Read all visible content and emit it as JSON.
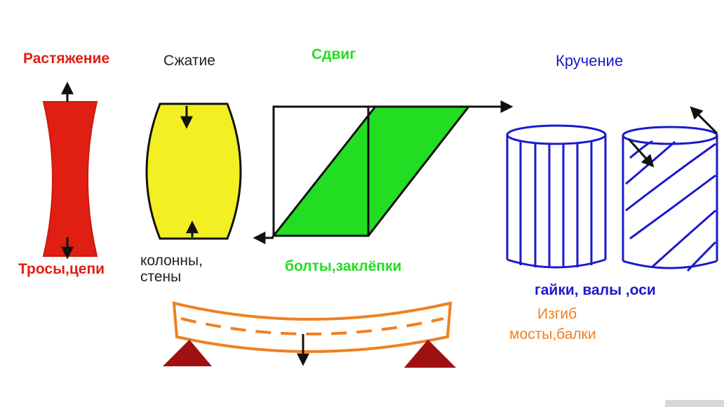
{
  "colors": {
    "tension": "#e01e12",
    "compression_label": "#222222",
    "compression_fill": "#f2ef22",
    "shear": "#22dd22",
    "torsion": "#1a1acc",
    "bending": "#f08020",
    "support": "#a01010",
    "ink": "#111111"
  },
  "tension": {
    "title": "Растяжение",
    "examples": "Тросы,цепи"
  },
  "compression": {
    "title": "Сжатие",
    "examples": "колонны,\nстены"
  },
  "shear": {
    "title": "Сдвиг",
    "examples": "болты,заклёпки"
  },
  "torsion": {
    "title": "Кручение",
    "examples": "гайки, валы ,оси"
  },
  "bending": {
    "title": "Изгиб",
    "examples": "мосты,балки"
  }
}
